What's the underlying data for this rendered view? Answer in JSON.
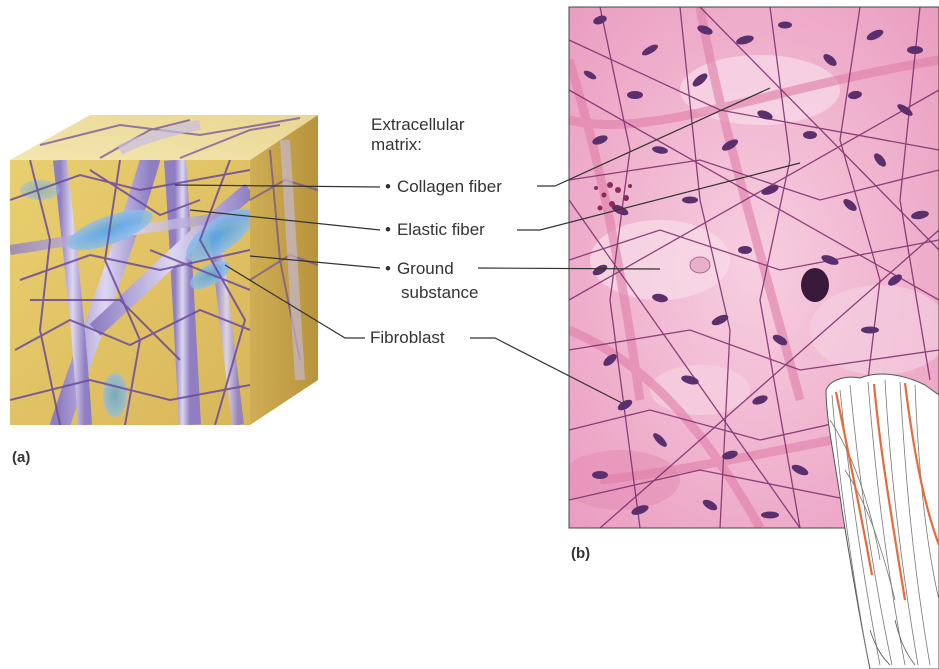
{
  "figure": {
    "panel_a": "(a)",
    "panel_b": "(b)"
  },
  "labels": {
    "heading_line1": "Extracellular",
    "heading_line2": "matrix:",
    "bullet": "•",
    "collagen": "Collagen fiber",
    "elastic": "Elastic fiber",
    "ground_line1": "Ground",
    "ground_line2": "substance",
    "fibroblast": "Fibroblast"
  },
  "colors": {
    "cube_front": "#e2c86a",
    "cube_top": "#f0e2a8",
    "cube_side": "#c9a447",
    "elastic_fiber": "#6a4a9c",
    "collagen_fiber": "#b5a9d6",
    "fibroblast": "#6fa3d6",
    "micrograph_bg": "#f2b6d0",
    "nucleus": "#5a2f6e",
    "leader_line": "#333333",
    "muscle_stroke": "#e86a3a"
  },
  "icons": {
    "cube": "connective-tissue-cube-illustration",
    "micrograph": "areolar-tissue-micrograph",
    "muscle": "thigh-muscle-outline-icon"
  }
}
